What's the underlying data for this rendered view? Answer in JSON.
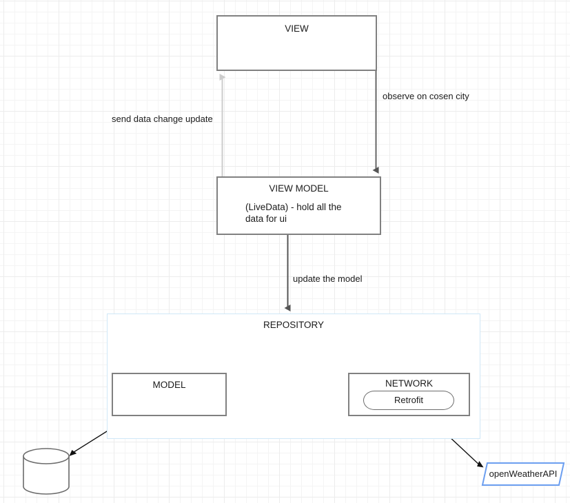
{
  "diagram": {
    "title": "MVVM Android architecture diagram",
    "background": {
      "grid_minor_color": "#f4f4f4",
      "grid_major_color": "#ececec",
      "canvas_color": "#ffffff"
    },
    "nodes": {
      "view": {
        "label": "VIEW",
        "shape": "rectangle",
        "border_color": "#808080"
      },
      "view_model": {
        "label": "VIEW MODEL",
        "detail": "(LiveData) - hold all the data for ui",
        "shape": "rectangle",
        "border_color": "#808080"
      },
      "repository": {
        "label": "REPOSITORY",
        "shape": "container-rectangle",
        "border_color": "#cfe7f7"
      },
      "model": {
        "label": "MODEL",
        "shape": "rectangle",
        "border_color": "#808080"
      },
      "network": {
        "label": "NETWORK",
        "shape": "rectangle",
        "border_color": "#808080"
      },
      "retrofit": {
        "label": "Retrofit",
        "shape": "rounded-rectangle",
        "border_color": "#6b6b6b"
      },
      "database": {
        "label": "",
        "shape": "cylinder",
        "border_color": "#6b6b6b"
      },
      "open_weather_api": {
        "label": "openWeatherAPI",
        "shape": "parallelogram",
        "border_color": "#6b9ef0"
      }
    },
    "edges": [
      {
        "id": "observe-on-cosen-city",
        "label": "observe on cosen city",
        "from": "view",
        "to": "view_model",
        "color": "#666666",
        "arrow": "down"
      },
      {
        "id": "send-data-change-update",
        "label": "send data change update",
        "from": "view_model",
        "to": "view",
        "color": "#cccccc",
        "arrow": "up"
      },
      {
        "id": "update-the-model",
        "label": "update the model",
        "from": "view_model",
        "to": "repository",
        "color": "#555555",
        "arrow": "down"
      },
      {
        "id": "model-to-database",
        "label": "",
        "from": "model",
        "to": "database",
        "color": "#111111",
        "arrow": "down-left"
      },
      {
        "id": "network-to-open-weather-api",
        "label": "",
        "from": "network",
        "to": "open_weather_api",
        "color": "#111111",
        "arrow": "down-right"
      }
    ]
  }
}
